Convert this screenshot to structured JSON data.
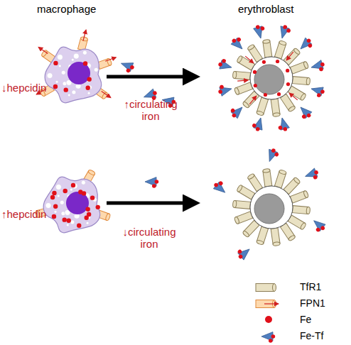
{
  "diagram": {
    "labels": [
      "macrophage",
      "erythroblast",
      "↓hepcidin",
      "↑circulating iron",
      "↑hepcidin",
      "↓circulating iron"
    ],
    "legend": [
      {
        "text": "TfR1"
      },
      {
        "text": "FPN1"
      },
      {
        "text": "Fe",
        "color": "#e0101a"
      },
      {
        "text": "Fe-Tf"
      }
    ]
  }
}
